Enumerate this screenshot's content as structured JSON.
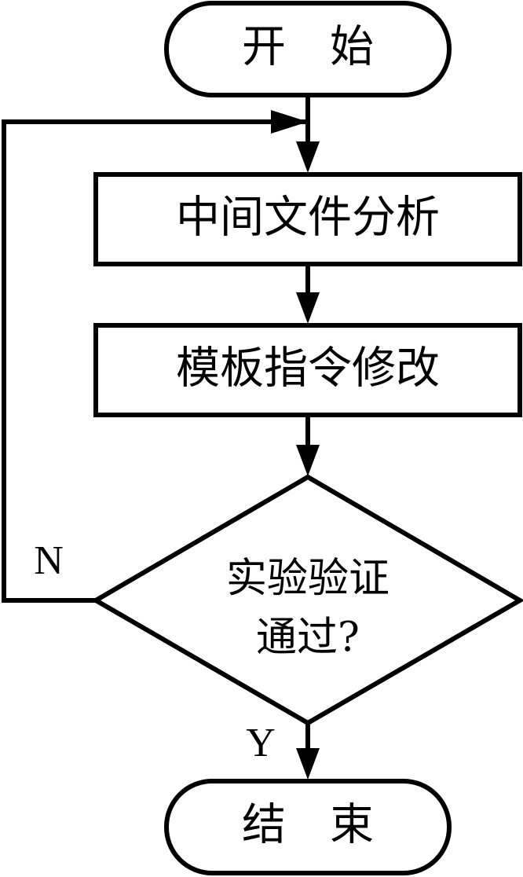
{
  "nodes": {
    "start": {
      "label": "开　始"
    },
    "analyze": {
      "label": "中间文件分析"
    },
    "modify": {
      "label": "模板指令修改"
    },
    "decision": {
      "line1": "实验验证",
      "line2": "通过?"
    },
    "end": {
      "label": "结　束"
    }
  },
  "edges": {
    "no_label": "N",
    "yes_label": "Y"
  }
}
